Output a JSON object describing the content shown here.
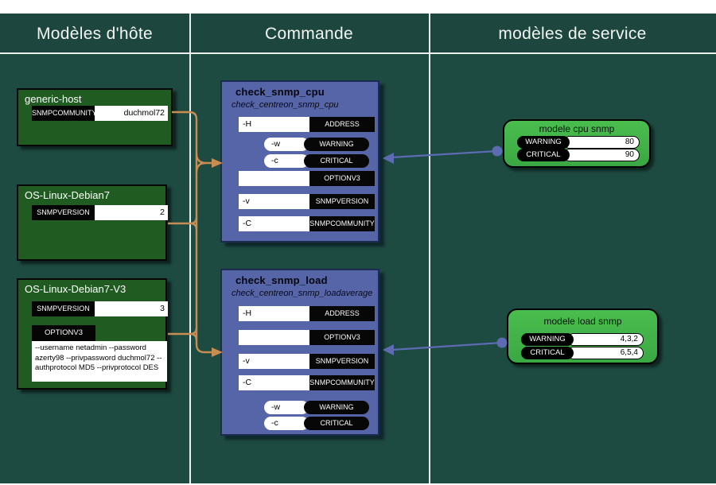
{
  "columns": [
    {
      "title": "Modèles d'hôte"
    },
    {
      "title": "Commande"
    },
    {
      "title": "modèles de service"
    }
  ],
  "host_templates": [
    {
      "name": "generic-host",
      "rows": [
        {
          "label": "SNMPCOMMUNITY",
          "value": "duchmol72"
        }
      ]
    },
    {
      "name": "OS-Linux-Debian7",
      "rows": [
        {
          "label": "SNMPVERSION",
          "value": "2"
        }
      ]
    },
    {
      "name": "OS-Linux-Debian7-V3",
      "rows": [
        {
          "label": "SNMPVERSION",
          "value": "3"
        }
      ],
      "option": {
        "label": "OPTIONV3",
        "text": "--username netadmin --password azerty98 --privpassword duchmol72 --authprotocol MD5 --privprotocol DES"
      }
    }
  ],
  "commands": [
    {
      "name": "check_snmp_cpu",
      "plugin": "check_centreon_snmp_cpu",
      "rows": [
        {
          "flag": "-H",
          "macro": "ADDRESS"
        },
        {
          "flag": "-w",
          "macro": "WARNING"
        },
        {
          "flag": "-c",
          "macro": "CRITICAL"
        },
        {
          "flag": "",
          "macro": "OPTIONV3"
        },
        {
          "flag": "-v",
          "macro": "SNMPVERSION"
        },
        {
          "flag": "-C",
          "macro": "SNMPCOMMUNITY"
        }
      ]
    },
    {
      "name": "check_snmp_load",
      "plugin": "check_centreon_snmp_loadaverage",
      "rows": [
        {
          "flag": "-H",
          "macro": "ADDRESS"
        },
        {
          "flag": "",
          "macro": "OPTIONV3"
        },
        {
          "flag": "-v",
          "macro": "SNMPVERSION"
        },
        {
          "flag": "-C",
          "macro": "SNMPCOMMUNITY"
        },
        {
          "flag": "-w",
          "macro": "WARNING"
        },
        {
          "flag": "-c",
          "macro": "CRITICAL"
        }
      ]
    }
  ],
  "service_templates": [
    {
      "name": "modele cpu snmp",
      "rows": [
        {
          "label": "WARNING",
          "value": "80"
        },
        {
          "label": "CRITICAL",
          "value": "90"
        }
      ]
    },
    {
      "name": "modele load snmp",
      "rows": [
        {
          "label": "WARNING",
          "value": "4,3,2"
        },
        {
          "label": "CRITICAL",
          "value": "6,5,4"
        }
      ]
    }
  ],
  "colors": {
    "canvas": "#1d4a41",
    "header_band": "#1d463e",
    "divider": "#e9efec",
    "host_box": "#205c21",
    "command_box": "#5665a8",
    "command_border": "#1d2b52",
    "service_box": "#41b549",
    "connector_host_command": "#c98d52",
    "connector_service_command": "#5c6bb2"
  }
}
